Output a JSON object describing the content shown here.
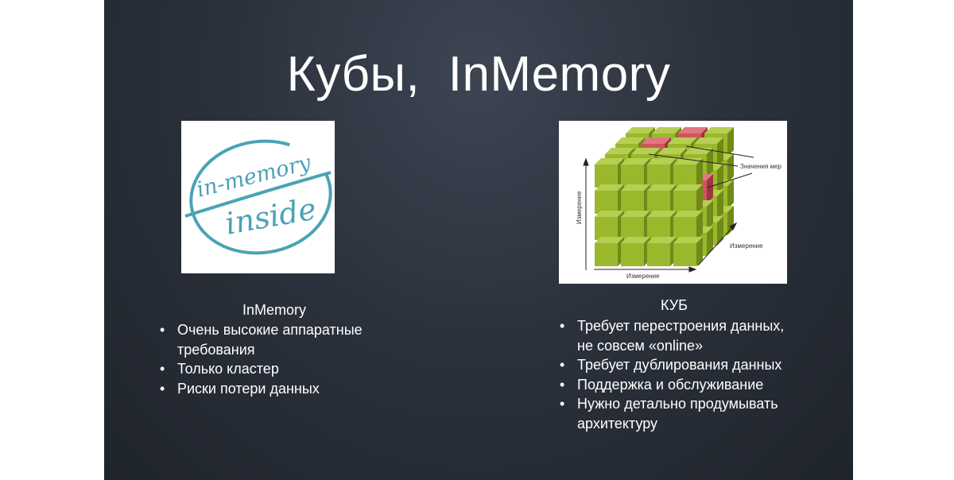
{
  "title": "Кубы,  InMemory",
  "logo": {
    "line1": "in-memory",
    "line2": "inside",
    "color": "#4aa3b5"
  },
  "cube_image": {
    "label_measures": "Значения мер",
    "axis_vertical": "Измерение",
    "axis_depth": "Измерение",
    "axis_horizontal": "Измерение",
    "cube_color": "#9ab82c",
    "highlight_color": "#d0545e"
  },
  "left": {
    "heading": "InMemory",
    "bullets": [
      "Очень высокие аппаратные требования",
      "Только кластер",
      "Риски потери данных"
    ]
  },
  "right": {
    "heading": "КУБ",
    "bullets": [
      "Требует перестроения данных, не совсем «online»",
      "Требует дублирования данных",
      "Поддержка и обслуживание",
      "Нужно детально продумывать архитектуру"
    ]
  }
}
